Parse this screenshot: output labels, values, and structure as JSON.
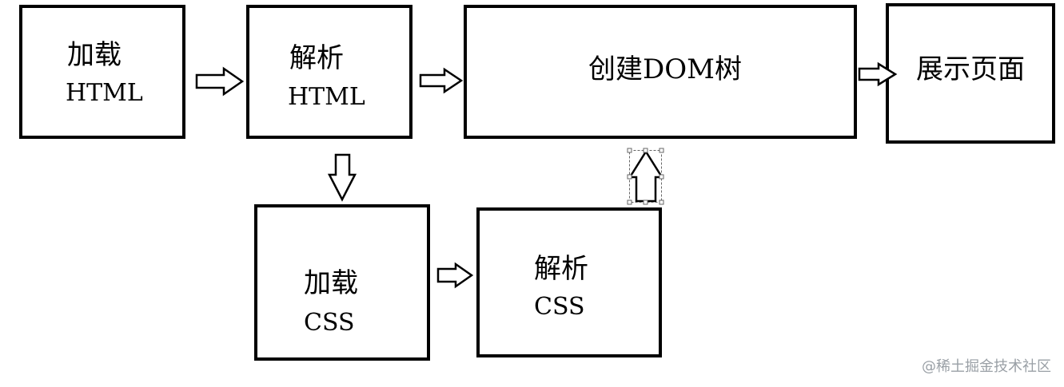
{
  "nodes": {
    "load_html": {
      "line1": "加载",
      "line2": "HTML"
    },
    "parse_html": {
      "line1": "解析",
      "line2": "HTML"
    },
    "build_dom": {
      "label": "创建DOM树"
    },
    "show_page": {
      "label": "展示页面"
    },
    "load_css": {
      "line1": "加载",
      "line2": "CSS"
    },
    "parse_css": {
      "line1": "解析",
      "line2": "CSS"
    }
  },
  "watermark": "@稀土掘金技术社区",
  "colors": {
    "stroke": "#000000",
    "background": "#ffffff",
    "selection": "#666666",
    "watermark": "#9aa0a6"
  }
}
